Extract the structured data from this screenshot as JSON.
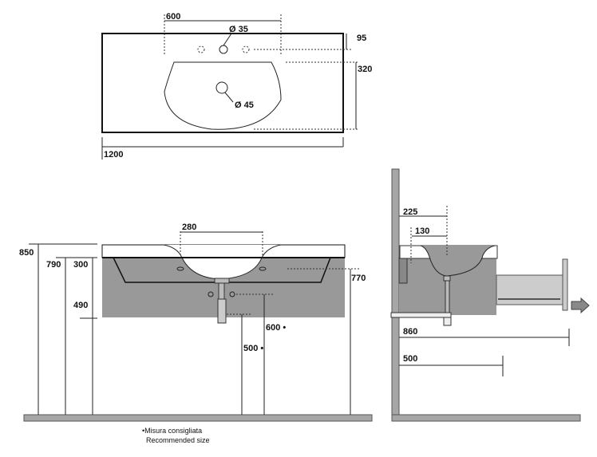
{
  "top_view": {
    "width_1200": "1200",
    "holes_600": "600",
    "tap_hole": "Ø 35",
    "drain_hole": "Ø 45",
    "depth_95": "95",
    "depth_320": "320"
  },
  "front_view": {
    "h850": "850",
    "h790": "790",
    "h300": "300",
    "h490": "490",
    "h770": "770",
    "w280": "280",
    "h600": "600 •",
    "h500": "500 •"
  },
  "side_view": {
    "d225": "225",
    "d130": "130",
    "d860": "860",
    "d500": "500"
  },
  "footnote": {
    "line1": "•Misura consigliata",
    "line2": "Recommended size"
  },
  "colors": {
    "cabinet": "#999999",
    "drawer": "#cccccc",
    "floor": "#a6a6a6"
  }
}
